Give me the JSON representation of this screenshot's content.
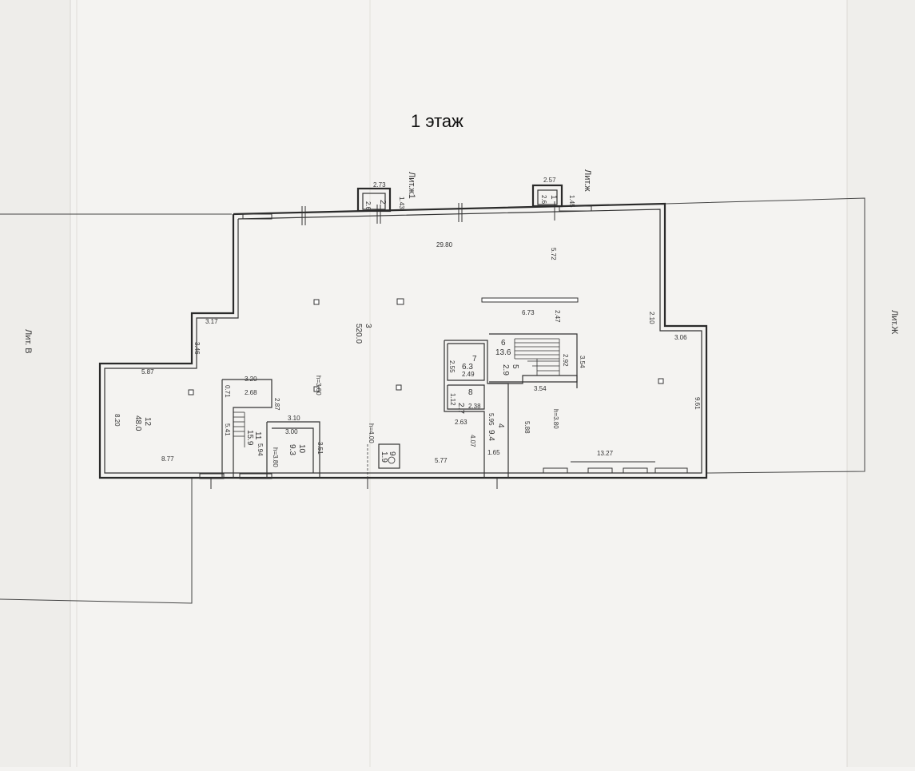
{
  "title": "1 этаж",
  "neighbors": {
    "left": "Лит. В",
    "right": "Лит.Ж",
    "top_left_annex": "Лит.ж1",
    "top_right_annex": "Лит.ж"
  },
  "annex_dims": {
    "a1_w": "2.73",
    "a1_h": "2.6",
    "a1_side": "1.43",
    "a1_room": "2",
    "a2_w": "2.57",
    "a2_h": "2.6",
    "a2_side": "1.45",
    "a2_room": "1"
  },
  "dims": {
    "top_length": "29.80",
    "top_right": "5.72",
    "mid_6_73": "6.73",
    "mid_2_47": "2.47",
    "right_2_10": "2.10",
    "right_3_06": "3.06",
    "right_9_61": "9.61",
    "left_3_17": "3.17",
    "left_3_46": "3.46",
    "left_5_87": "5.87",
    "left_8_20": "8.20",
    "left_8_77": "8.77",
    "left_5_41": "5.41",
    "d_3_20": "3.20",
    "d_0_71": "0.71",
    "d_2_68": "2.68",
    "d_2_87": "2.87",
    "d_3_10": "3.10",
    "d_3_00": "3.00",
    "d_3_51": "3.51",
    "d_5_94": "5.94",
    "d_5_77": "5.77",
    "d_4_07": "4.07",
    "d_2_63": "2.63",
    "d_1_12": "1.12",
    "d_2_38": "2.38",
    "d_2_55": "2.55",
    "d_2_49": "2.49",
    "d_2_92": "2.92",
    "d_3_54a": "3.54",
    "d_3_54b": "3.54",
    "d_5_95": "5.95",
    "d_1_65": "1.65",
    "d_5_88": "5.88",
    "d_13_27": "13.27",
    "h_3_80a": "h=3.80",
    "h_3_80b": "h=3.80",
    "h_3_80c": "h=3.80",
    "h_4_00": "h=4.00"
  },
  "rooms": [
    {
      "id": "main",
      "number": "3",
      "area": "520.0"
    },
    {
      "id": "r12",
      "number": "12",
      "area": "48.0"
    },
    {
      "id": "r11",
      "number": "11",
      "area": "15.9"
    },
    {
      "id": "r10",
      "number": "10",
      "area": "9.3"
    },
    {
      "id": "r9",
      "number": "9",
      "area": "1.9"
    },
    {
      "id": "r8",
      "number": "8",
      "area": "2.7"
    },
    {
      "id": "r7",
      "number": "7",
      "area": "6.3"
    },
    {
      "id": "r6",
      "number": "6",
      "area": "13.6"
    },
    {
      "id": "r5",
      "number": "5",
      "area": "2.9"
    },
    {
      "id": "r4",
      "number": "4",
      "area": "9.4"
    }
  ]
}
